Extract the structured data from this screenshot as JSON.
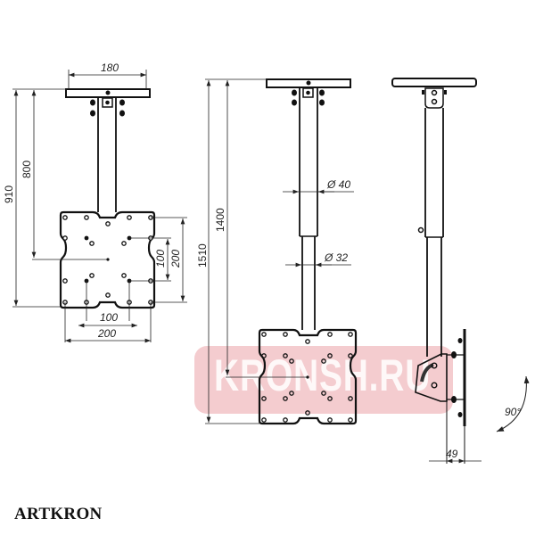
{
  "brand": {
    "logo_text": "ARTKRON"
  },
  "watermark": {
    "text": "KRONSH.RU",
    "color": "#e27880"
  },
  "views": {
    "front_min": {
      "dims": {
        "plate_width": "180",
        "total_height": "910",
        "center_height": "800",
        "vesa_h_inner": "100",
        "vesa_h_outer": "200",
        "vesa_v_inner": "100",
        "vesa_v_outer": "200"
      }
    },
    "front_max": {
      "dims": {
        "total_height": "1510",
        "center_height": "1400",
        "upper_tube_diameter": "Ø 40",
        "lower_tube_diameter": "Ø 32"
      }
    },
    "side": {
      "dims": {
        "depth": "49",
        "tilt_angle": "90°"
      }
    }
  }
}
